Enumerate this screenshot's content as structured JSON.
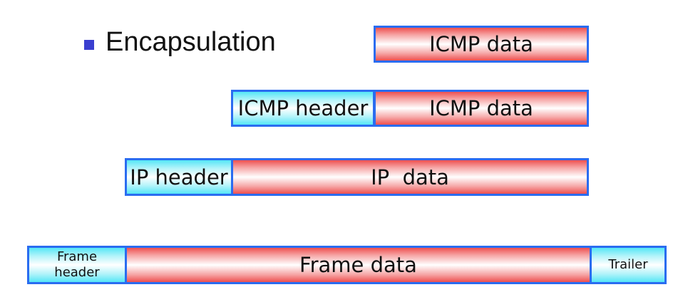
{
  "title": "Encapsulation",
  "rows": {
    "icmp_only": {
      "data_label": "ICMP data"
    },
    "icmp_packet": {
      "header_label": "ICMP header",
      "data_label": "ICMP data"
    },
    "ip_packet": {
      "header_label": "IP header",
      "data_label": "IP  data"
    },
    "frame": {
      "header_line1": "Frame",
      "header_line2": "header",
      "data_label": "Frame data",
      "trailer_label": "Trailer"
    }
  },
  "colors": {
    "border": "#2a6cf0",
    "data_fill": "#ee5050",
    "header_fill": "#55e6f6",
    "bullet": "#3a3fd0"
  }
}
